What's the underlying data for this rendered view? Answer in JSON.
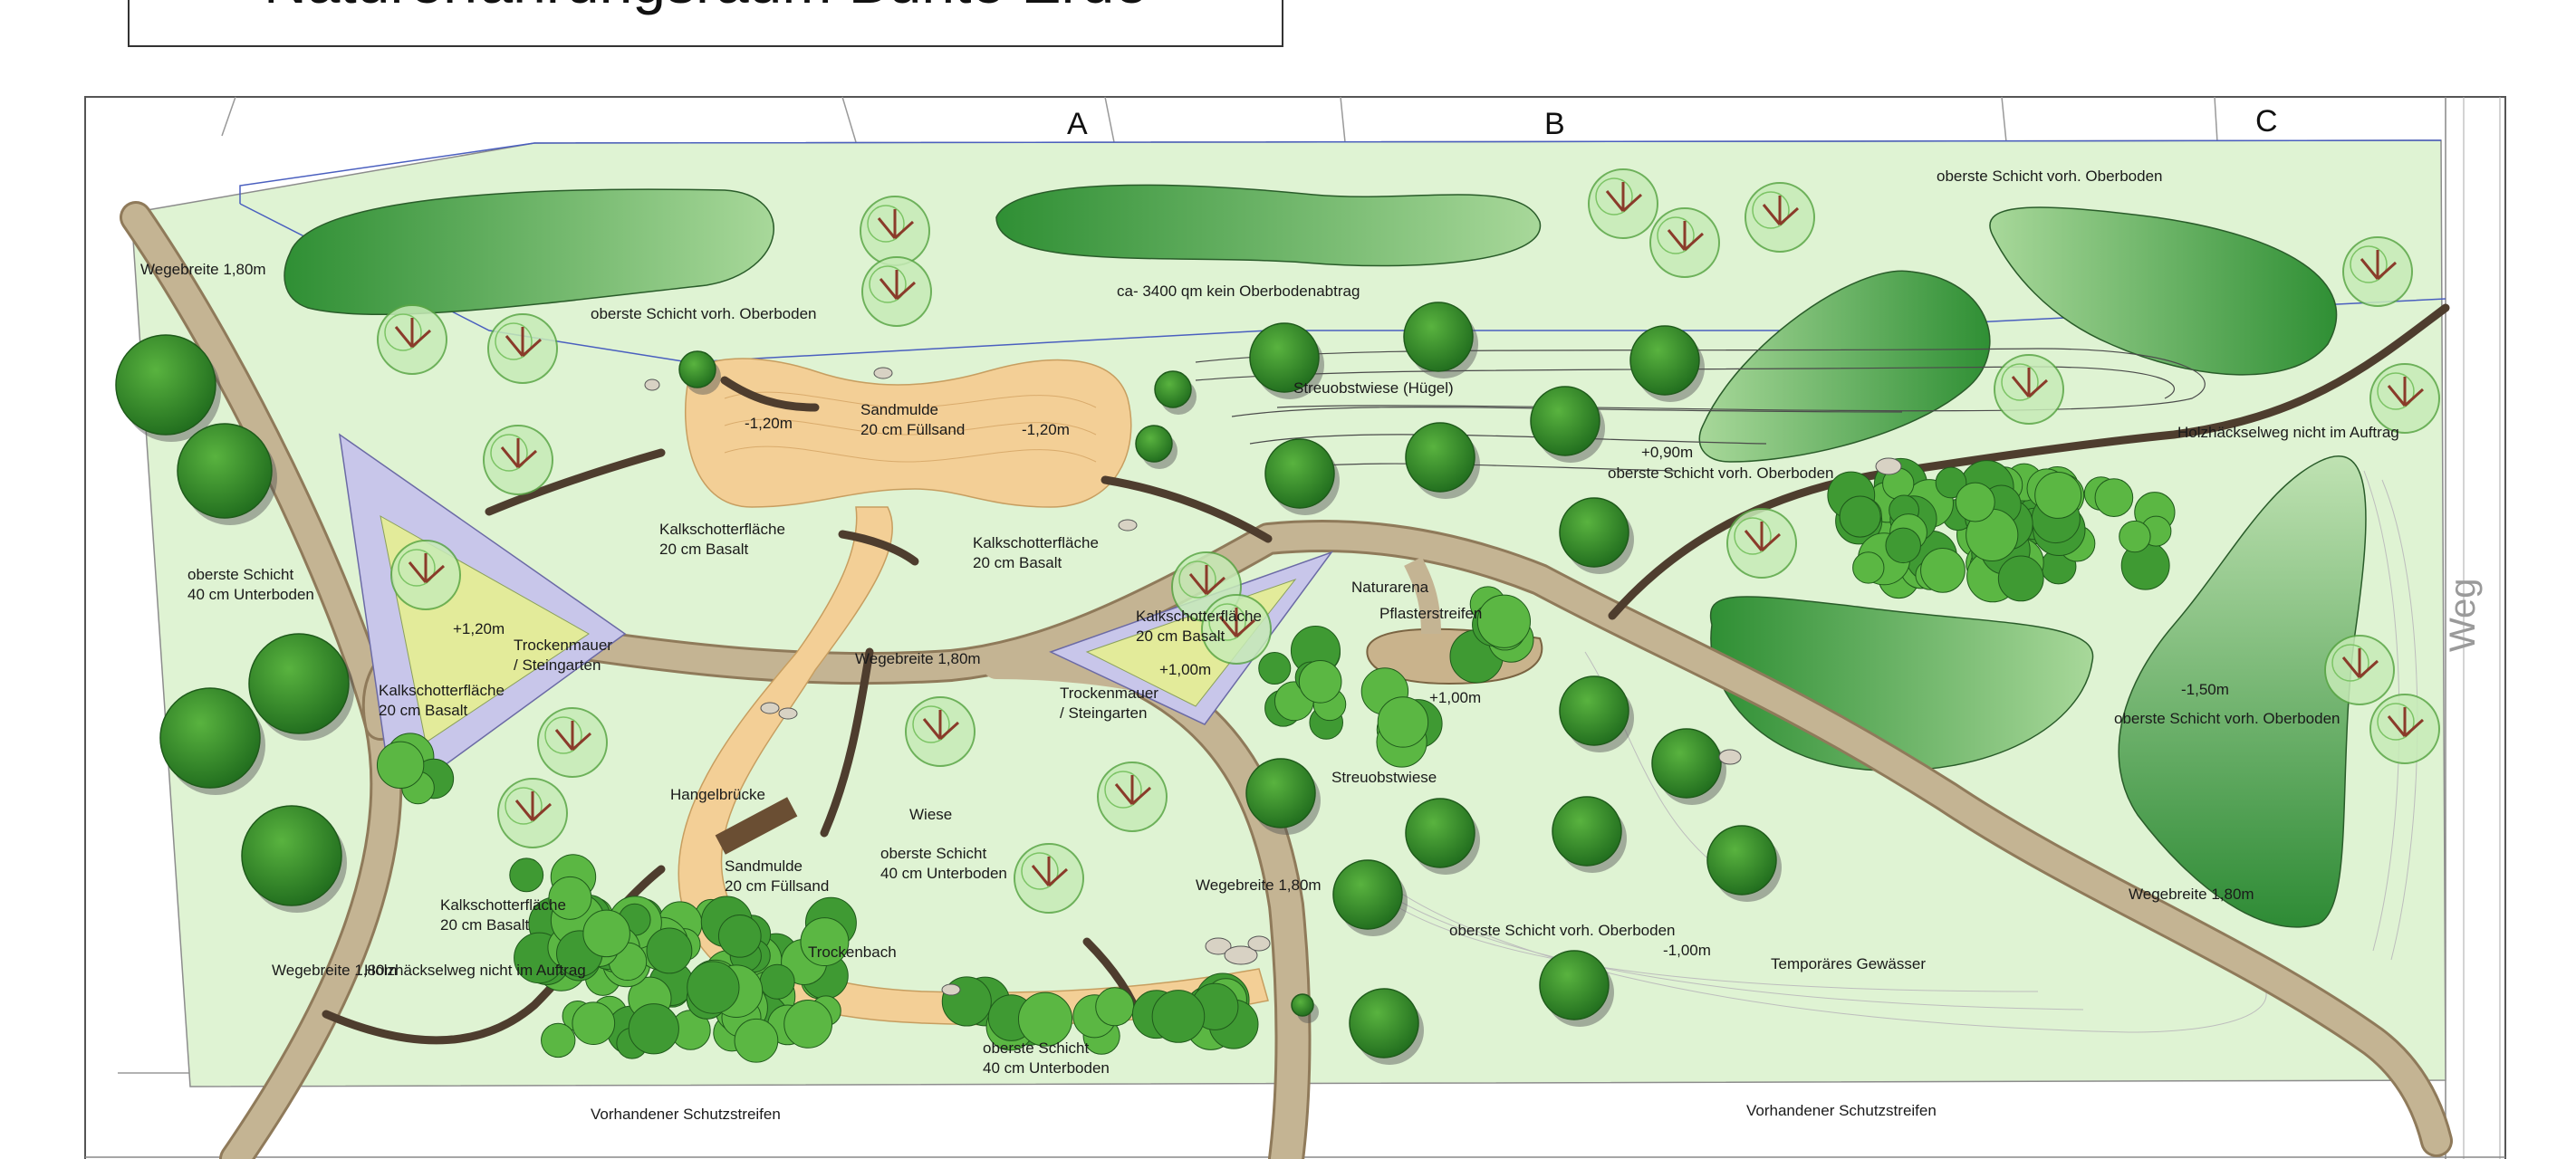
{
  "title": "Naturerfahrungsraum Bunte Erde",
  "section_markers": [
    "A",
    "B",
    "C"
  ],
  "street_label": "Weg",
  "labels": {
    "wegebreite": "Wegebreite 1,80m",
    "oberboden_top_left": "oberste Schicht vorh. Oberboden",
    "oberboden_top_right": "oberste Schicht vorh. Oberboden",
    "kein_abtrag": "ca- 3400 qm kein Oberbodenabtrag",
    "sandmulde_top_1": "Sandmulde",
    "sandmulde_top_2": "20 cm Füllsand",
    "depth_120_a": "-1,20m",
    "depth_120_b": "-1,20m",
    "kalkschotter_1a": "Kalkschotterfläche",
    "kalkschotter_1b": "20 cm Basalt",
    "kalkschotter_2a": "Kalkschotterfläche",
    "kalkschotter_2b": "20 cm Basalt",
    "unterboden_left_1": "oberste Schicht",
    "unterboden_left_2": "40 cm Unterboden",
    "plus_120": "+1,20m",
    "trockenmauer_1a": "Trockenmauer",
    "trockenmauer_1b": "/ Steingarten",
    "kalkschotter_3a": "Kalkschotterfläche",
    "kalkschotter_3b": "20 cm Basalt",
    "kalkschotter_4a": "Kalkschotterfläche",
    "kalkschotter_4b": "20 cm Basalt",
    "plus_100_a": "+1,00m",
    "trockenmauer_2a": "Trockenmauer",
    "trockenmauer_2b": "/ Steingarten",
    "streuobstwiese_huegel": "Streuobstwiese (Hügel)",
    "plus_090": "+0,90m",
    "oberboden_mid": "oberste Schicht vorh. Oberboden",
    "holzhaeckselweg_right": "Holzhäckselweg nicht im Auftrag",
    "naturarena": "Naturarena",
    "pflasterstreifen": "Pflasterstreifen",
    "plus_100_b": "+1,00m",
    "streuobstwiese": "Streuobstwiese",
    "depth_150": "-1,50m",
    "oberboden_right": "oberste Schicht vorh. Oberboden",
    "hangelbruecke": "Hangelbrücke",
    "wiese": "Wiese",
    "unterboden_mid_1": "oberste Schicht",
    "unterboden_mid_2": "40 cm Unterboden",
    "sandmulde_low_1": "Sandmulde",
    "sandmulde_low_2": "20 cm Füllsand",
    "kalkschotter_5a": "Kalkschotterfläche",
    "kalkschotter_5b": "20 cm Basalt",
    "holzhaeckselweg_left": "Holzhäckselweg nicht im Auftrag",
    "trockenbach": "Trockenbach",
    "unterboden_bottom_1": "oberste Schicht",
    "unterboden_bottom_2": "40 cm Unterboden",
    "oberboden_bottom": "oberste Schicht vorh. Oberboden",
    "depth_100": "-1,00m",
    "temporaeres_gewaesser": "Temporäres Gewässer",
    "schutzstreifen_left": "Vorhandener Schutzstreifen",
    "schutzstreifen_right": "Vorhandener Schutzstreifen"
  },
  "colors": {
    "meadow": "#dff3d3",
    "path": "#c4b493",
    "sand": "#f3cf96",
    "mound": "#3f9d43",
    "tree": "#3a8f2e",
    "gravel": "#c8c6ea"
  }
}
